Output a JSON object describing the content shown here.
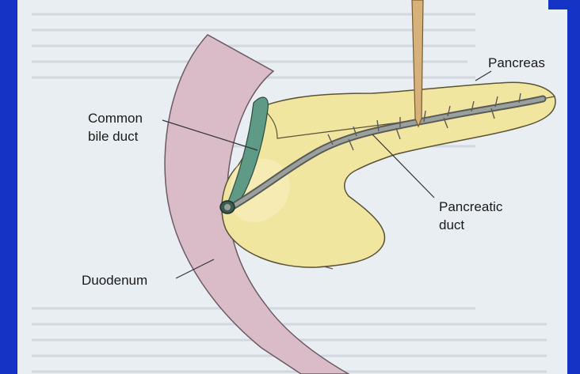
{
  "labels": {
    "pancreas": "Pancreas",
    "common_bile_duct_line1": "Common",
    "common_bile_duct_line2": "bile duct",
    "pancreatic_duct_line1": "Pancreatic",
    "pancreatic_duct_line2": "duct",
    "duodenum": "Duodenum"
  },
  "colors": {
    "frame_blue": "#1533c4",
    "background_page": "#e9eef3",
    "duodenum": "#d9bcc8",
    "pancreas": "#f1e6a0",
    "duct": "#9aa19c",
    "bile_duct": "#5f9a86",
    "needle": "#d6b27a"
  }
}
